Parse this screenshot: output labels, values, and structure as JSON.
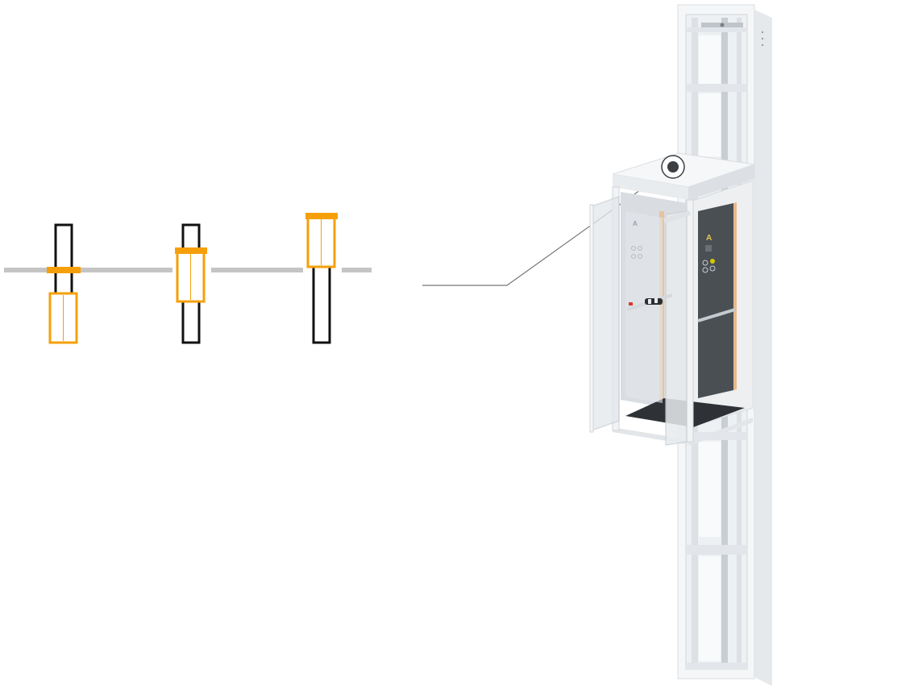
{
  "colors": {
    "accent": "#F5A00A",
    "shaft_outline": "#111111",
    "floor_line": "#C4C4C4",
    "leader_line": "#777777",
    "structure_white": "#F2F4F6",
    "structure_shadow": "#D6DADE",
    "glass": "#E3E8EC",
    "panel_dark": "#4A4F54",
    "light_strip": "#E9B98A",
    "cabin_floor": "#2E3236",
    "indicator_yellow": "#D4C800"
  },
  "diagram": {
    "positions": [
      {
        "id": "below-floor"
      },
      {
        "id": "at-floor"
      },
      {
        "id": "above-floor"
      }
    ]
  },
  "elevator": {
    "panel_letter": "A",
    "callout_icon": "camera-dot-icon"
  }
}
